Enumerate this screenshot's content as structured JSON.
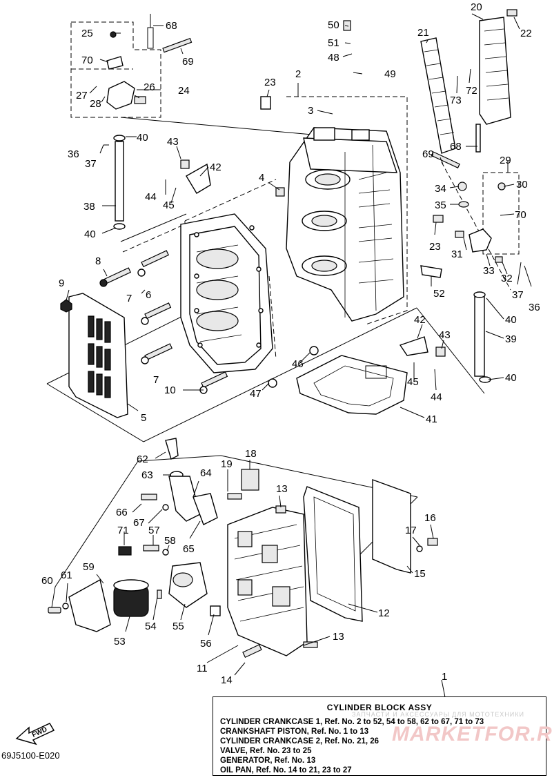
{
  "callouts": [
    "1",
    "2",
    "3",
    "4",
    "5",
    "6",
    "7",
    "7",
    "8",
    "9",
    "10",
    "11",
    "12",
    "13",
    "13",
    "14",
    "15",
    "16",
    "17",
    "18",
    "19",
    "20",
    "21",
    "22",
    "23",
    "23",
    "24",
    "25",
    "26",
    "27",
    "28",
    "29",
    "30",
    "31",
    "32",
    "33",
    "34",
    "35",
    "36",
    "36",
    "37",
    "37",
    "38",
    "39",
    "40",
    "40",
    "40",
    "40",
    "41",
    "42",
    "42",
    "43",
    "43",
    "44",
    "44",
    "45",
    "45",
    "46",
    "47",
    "48",
    "49",
    "50",
    "51",
    "52",
    "53",
    "54",
    "55",
    "56",
    "57",
    "58",
    "59",
    "60",
    "61",
    "62",
    "63",
    "64",
    "65",
    "66",
    "67",
    "68",
    "68",
    "69",
    "69",
    "70",
    "70",
    "71",
    "72",
    "73"
  ],
  "fwd_label": "FWD",
  "catalog_code": "69J5100-E020",
  "info_box": {
    "title": "CYLINDER BLOCK ASSY",
    "lines": [
      "CYLINDER CRANKCASE 1,  Ref. No. 2 to 52, 54 to 58, 62 to 67, 71 to 73",
      "CRANKSHAFT PISTON,  Ref. No. 1 to 13",
      "CYLINDER CRANKCASE 2, Ref. No. 21, 26",
      "VALVE, Ref. No. 23 to 25",
      "GENERATOR, Ref. No. 13",
      "OIL PAN, Ref. No. 14 to 21, 23 to 27"
    ]
  },
  "watermark": {
    "main": "MARKETFOR.RU",
    "sub": "ЗАПЧАСТИ И АКСЕССУАРЫ ДЛЯ МОТОТЕХНИКИ"
  }
}
